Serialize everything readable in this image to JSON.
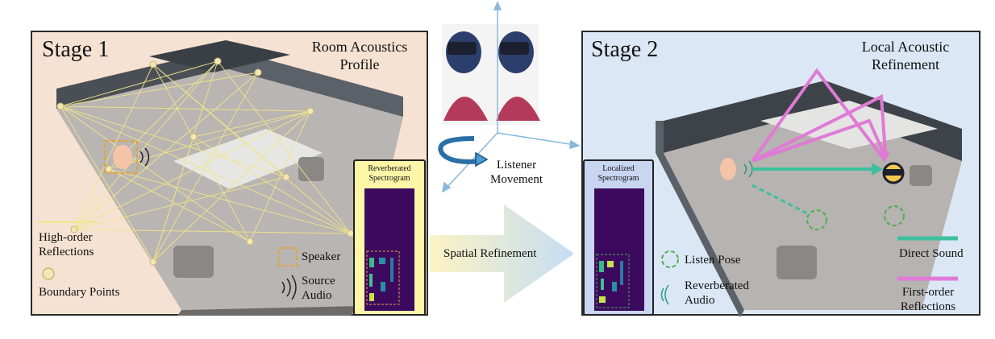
{
  "stage1": {
    "title": "Stage 1",
    "subtitle": "Room Acoustics\nProfile",
    "legend": {
      "high_order_label": "High-order\nReflections",
      "boundary_label": "Boundary Points",
      "speaker_label": "Speaker",
      "source_audio_label": "Source\nAudio"
    },
    "spectrogram_label": "Reverberated\nSpectrogram"
  },
  "center": {
    "listener_movement_label": "Listener\nMovement",
    "spatial_refinement_label": "Spatial Refinement"
  },
  "stage2": {
    "title": "Stage 2",
    "subtitle": "Local Acoustic\nRefinement",
    "spectrogram_label": "Localized\nSpectrogram",
    "legend": {
      "listen_pose_label": "Listen Pose",
      "reverberated_audio_label": "Reverberated\nAudio",
      "direct_sound_label": "Direct Sound",
      "first_order_label": "First-order\nReflections"
    }
  },
  "colors": {
    "stage1_bg": "#f6e2d2",
    "stage2_bg": "#dbe7f5",
    "reflection_line": "#f1e58a",
    "direct_sound": "#3fbf9f",
    "first_order": "#e07ad6",
    "speaker_box": "#e8a33a",
    "listen_pose": "#4caf50",
    "spectrogram_bg": "#3b0a5e",
    "spec_frame_stage1": "#fdf5a8",
    "spec_frame_stage2": "#c8d6f2"
  }
}
